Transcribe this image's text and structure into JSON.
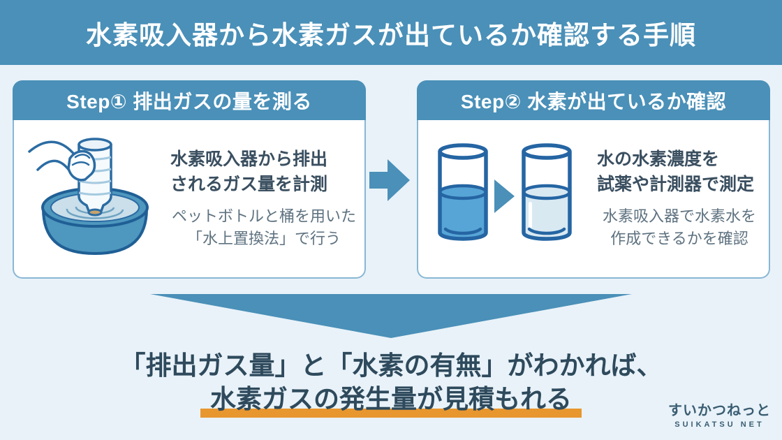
{
  "header": {
    "title": "水素吸入器から水素ガスが出ているか確認する手順"
  },
  "steps": [
    {
      "header": "Step① 排出ガスの量を測る",
      "bold_lines": [
        "水素吸入器から排出",
        "されるガス量を計測"
      ],
      "sub_lines": [
        "ペットボトルと桶を用いた",
        "「水上置換法」で行う"
      ],
      "illustration": "pet-bottle-in-water-basin"
    },
    {
      "header": "Step② 水素が出ているか確認",
      "bold_lines": [
        "水の水素濃度を",
        "試薬や計測器で測定"
      ],
      "sub_lines": [
        "水素吸入器で水素水を",
        "作成できるかを確認"
      ],
      "illustration": "two-water-glasses"
    }
  ],
  "conclusion": {
    "line1": "「排出ガス量」と「水素の有無」がわかれば、",
    "line2": "水素ガスの発生量が見積もれる"
  },
  "logo": {
    "jp": "すいかつねっと",
    "en": "SUIKATSU NET"
  },
  "icons": {
    "between_steps": "right-arrow",
    "flow_down": "down-triangle-arrow"
  },
  "colors": {
    "accent_blue": "#4A90B8",
    "background": "#E9F2F9",
    "card_border": "#88B7D4",
    "bold_text": "#3A4F60",
    "sub_text": "#5E7280",
    "conclusion_text": "#2E4A5C",
    "underline_orange": "#E8962E",
    "outline_blue": "#2565A3",
    "water_blue": "#57A5D6",
    "water_pale": "#D9E9F2",
    "basin_blue": "#4E97BE"
  }
}
